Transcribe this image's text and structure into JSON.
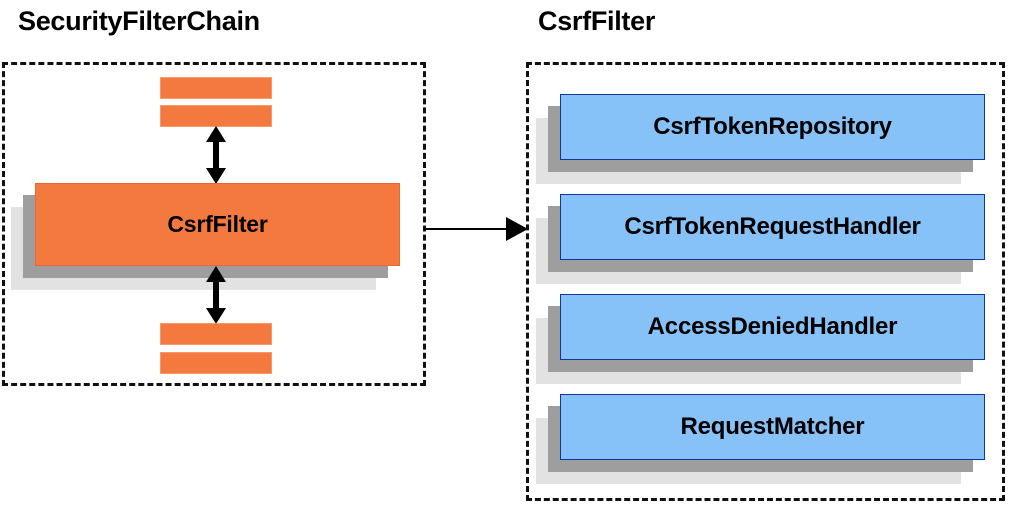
{
  "diagram": {
    "title_left": "SecurityFilterChain",
    "title_right": "CsrfFilter",
    "left_panel": {
      "main_filter_label": "CsrfFilter",
      "upper_stub_bars": [
        "",
        ""
      ],
      "lower_stub_bars": [
        "",
        ""
      ],
      "arrow_up_name": "double-arrow-up",
      "arrow_down_name": "double-arrow-down"
    },
    "right_panel": {
      "components": [
        {
          "label": "CsrfTokenRepository"
        },
        {
          "label": "CsrfTokenRequestHandler"
        },
        {
          "label": "AccessDeniedHandler"
        },
        {
          "label": "RequestMatcher"
        }
      ]
    },
    "connector": {
      "from": "CsrfFilter",
      "to": "CsrfFilter collaborators",
      "label": ""
    }
  },
  "colors": {
    "orange_fill": "#f4793f",
    "orange_border": "#f69a6e",
    "blue_fill": "#86c2f8",
    "blue_border": "#13369c",
    "shadow_near": "#9e9e9e",
    "shadow_far": "#e2e2e2",
    "outline": "#111111",
    "background": "#ffffff",
    "text": "#000000"
  }
}
